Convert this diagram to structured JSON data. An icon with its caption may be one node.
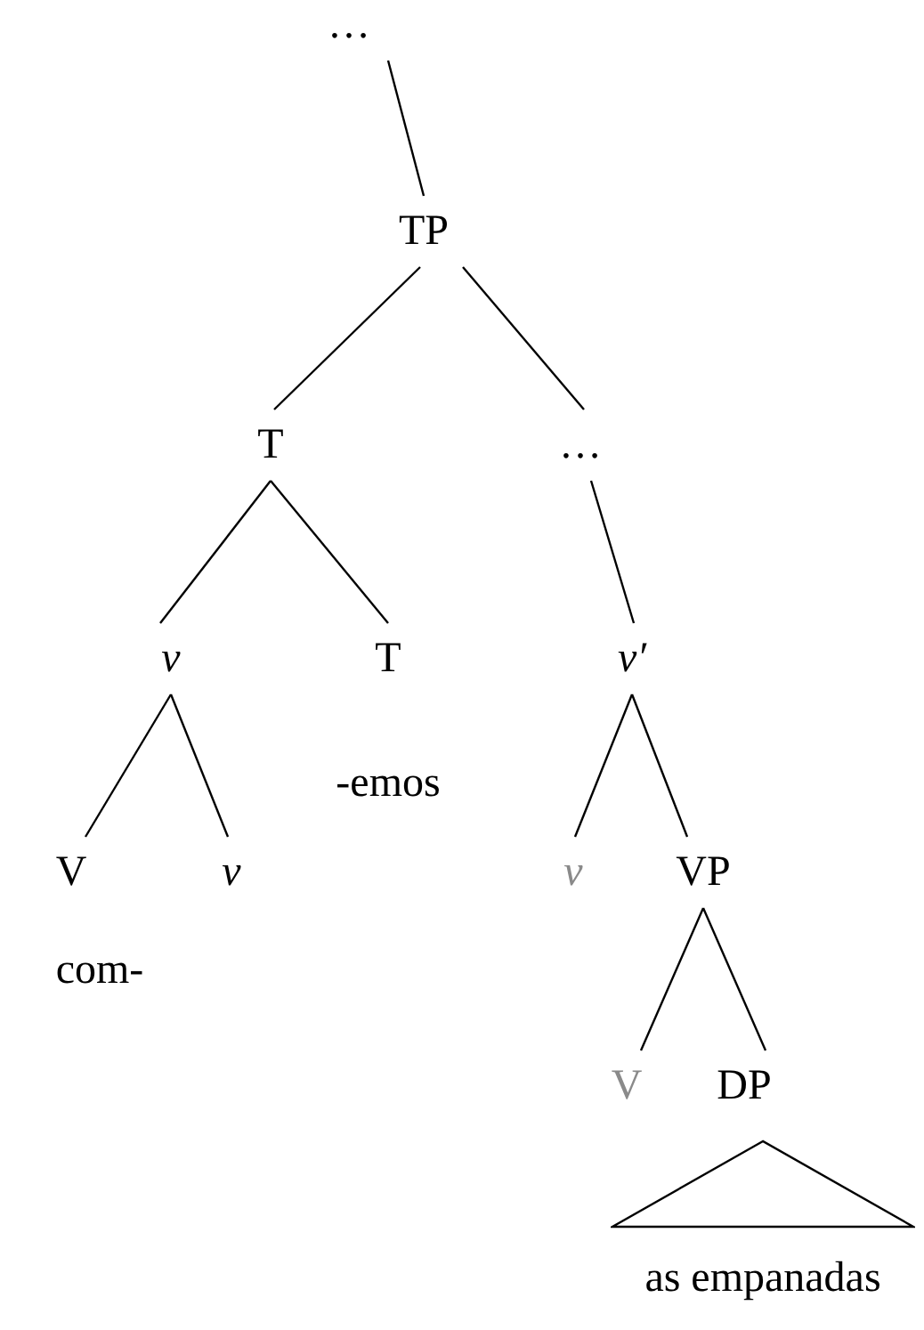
{
  "diagram": {
    "nodes": [
      {
        "text": [
          "…"
        ]
      },
      {
        "text": [
          "TP"
        ]
      },
      {
        "text": [
          "T"
        ]
      },
      {
        "text": [
          "…"
        ]
      },
      {
        "text": [
          "v"
        ]
      },
      {
        "text": [
          "T"
        ],
        "beside": [
          "-emos"
        ]
      },
      {
        "text": [
          "v′"
        ]
      },
      {
        "text": [
          "V"
        ],
        "beside": [
          "com-"
        ]
      },
      {
        "text": [
          "v"
        ]
      },
      {
        "text": [
          "v"
        ]
      },
      {
        "text": [
          "VP"
        ]
      },
      {
        "text": [
          "V"
        ]
      },
      {
        "text": [
          "DP"
        ]
      },
      {
        "text": [],
        "shape": "triangle",
        "beside": [
          "as empanadas"
        ]
      }
    ],
    "edges": [
      {
        "from": 0,
        "to": 1,
        "arrow": "none"
      },
      {
        "from": 1,
        "to": 2,
        "arrow": "none"
      },
      {
        "from": 1,
        "to": 3,
        "arrow": "none"
      },
      {
        "from": 2,
        "to": 4,
        "arrow": "none"
      },
      {
        "from": 2,
        "to": 5,
        "arrow": "none"
      },
      {
        "from": 3,
        "to": 6,
        "arrow": "none"
      },
      {
        "from": 4,
        "to": 7,
        "arrow": "none"
      },
      {
        "from": 4,
        "to": 8,
        "arrow": "none"
      },
      {
        "from": 6,
        "to": 9,
        "arrow": "none"
      },
      {
        "from": 6,
        "to": 10,
        "arrow": "none"
      },
      {
        "from": 10,
        "to": 11,
        "arrow": "none"
      },
      {
        "from": 10,
        "to": 12,
        "arrow": "none"
      }
    ]
  }
}
